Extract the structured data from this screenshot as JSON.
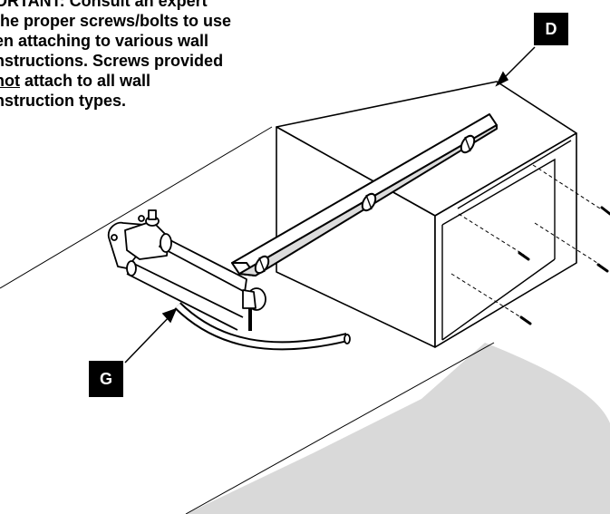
{
  "note": {
    "line1": "ORTANT: Consult an expert",
    "line2": "the proper screws/bolts to use",
    "line3": "en attaching to various wall",
    "line4": "nstructions. Screws provided",
    "line5_underlined": "not",
    "line5_rest": " attach to all wall",
    "line6": "nstruction types."
  },
  "callouts": {
    "cabinet": "D",
    "mount_bracket": "G"
  }
}
